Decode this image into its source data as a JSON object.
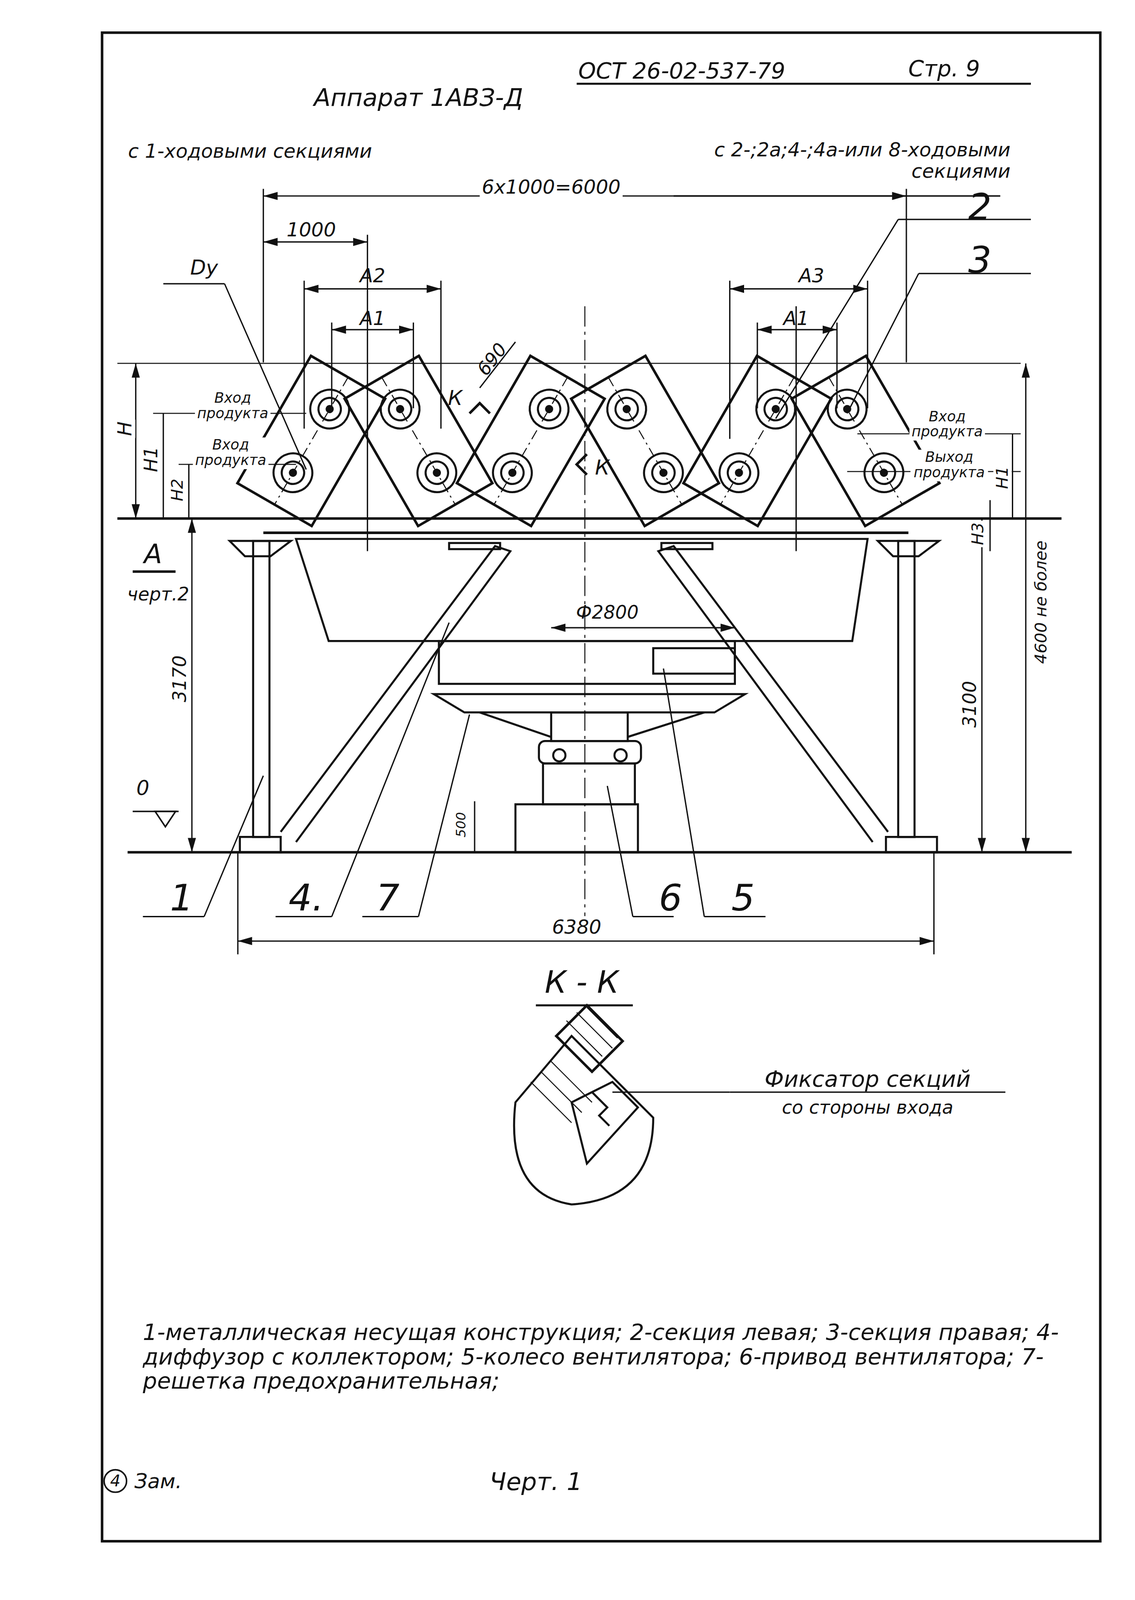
{
  "diagram": {
    "title": "Аппарат 1АВЗ-Д",
    "caption": "Черт. 1",
    "labels": [
      "ОСТ 26-02-537-79",
      "Стр. 9",
      "с 1-ходовыми секциями",
      "с 2-;2а;4-;4а-или 8-ходовыми секциями",
      "6x1000=6000",
      "2",
      "3",
      "1000",
      "Dу",
      "A2",
      "A1",
      "A3",
      "A1",
      "690",
      "К",
      "К",
      "Н",
      "Н1",
      "Н2",
      "Вход продукта",
      "Вход продукта",
      "Вход продукта",
      "Выход продукта",
      "Н1",
      "Н3",
      "А",
      "черт.2",
      "3170",
      "Ф2800",
      "3100",
      "4600 не более",
      "500",
      "0",
      "1",
      "4.",
      "7",
      "6",
      "5",
      "6380",
      "К - К",
      "Фиксатор секций",
      "со стороны входа",
      "1-металлическая несущая конструкция; 2-секция левая; 3-секция правая; 4-диффузор с коллектором; 5-колесо вентилятора; 6-привод вентилятора; 7-решетка предохранительная;",
      "4",
      "Зам."
    ]
  }
}
